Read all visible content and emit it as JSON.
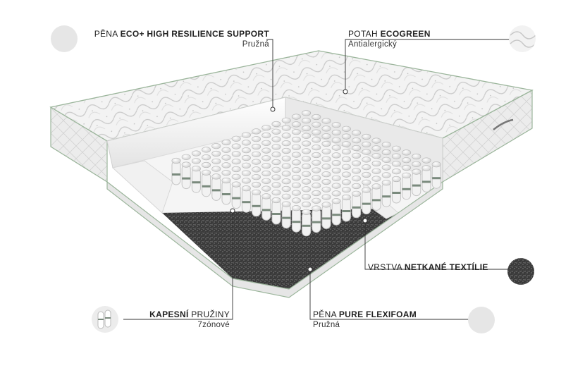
{
  "callouts": {
    "top_left": {
      "prefix": "PĚNA ",
      "bold": "ECO+ HIGH RESILIENCE SUPPORT",
      "sub": "Pružná"
    },
    "top_right": {
      "prefix": "POTAH ",
      "bold": "ECOGREEN",
      "sub": "Antialergický"
    },
    "mid_right": {
      "prefix": "VRSTVA ",
      "bold": "NETKANÉ TEXTÍLIE",
      "sub": ""
    },
    "bot_left": {
      "prefix": "",
      "bold": "KAPESNÍ",
      "suffix": " PRUŽINY",
      "sub": "7zónové"
    },
    "bot_right": {
      "prefix": "PĚNA ",
      "bold": "PURE FLEXIFOAM",
      "sub": "Pružná"
    }
  },
  "colors": {
    "line": "#333333",
    "placeholder": "#e6e6e6",
    "cover": "#f4f4f4",
    "cover_edge": "#9bb59b",
    "felt": "#3b3b3b",
    "foam": "#f7f7f7",
    "spring": "#efefef",
    "spring_band": "#7a8a7d"
  },
  "icons": {
    "cover_swatch": "quilted-fabric-icon",
    "felt_swatch": "felt-texture-icon",
    "spring_swatch": "pocket-spring-icon"
  }
}
